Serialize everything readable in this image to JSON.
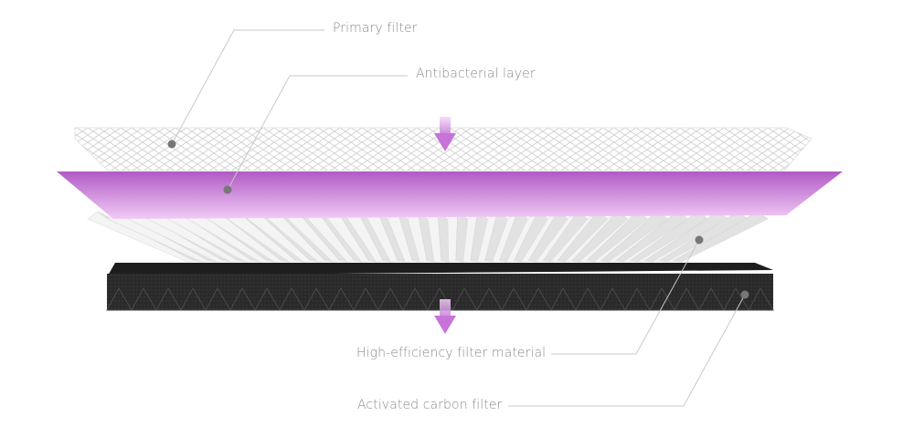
{
  "diagram": {
    "layers": [
      {
        "key": "primary",
        "label": "Primary filter"
      },
      {
        "key": "antibacterial",
        "label": "Antibacterial layer"
      },
      {
        "key": "hepa",
        "label": "High-efficiency filter material"
      },
      {
        "key": "carbon",
        "label": "Activated carbon filter"
      }
    ]
  },
  "colors": {
    "callout_line": "#c8c8c8",
    "dot": "#777777",
    "label_text": "#8a8a8a",
    "arrow": "#c97fd6",
    "antibacterial_top": "#b45cc8",
    "antibacterial_bottom": "#efc6f5",
    "mesh_stroke": "#d2d2d2",
    "carbon_face": "#2b2b2b",
    "carbon_top": "#1c1c1c"
  },
  "icons": {
    "airflow_in": "down-arrow-icon",
    "airflow_out": "down-arrow-icon"
  }
}
